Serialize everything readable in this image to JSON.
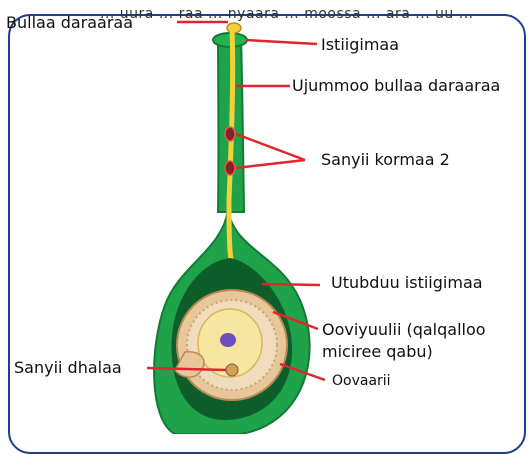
{
  "header_fragment": "... uura ... raa ... nyaara ... moossa ... ara ... uu ...",
  "labels": {
    "bullaa_daraaraa": "Bullaa daraaraa",
    "istiigimaa": "Istiigimaa",
    "ujummoo": "Ujummoo bullaa daraaraa",
    "sanyii_kormaa": "Sanyii kormaa 2",
    "utubduu": "Utubduu istiigimaa",
    "ooviyuulii_line1": "Ooviyuulii (qalqalloo",
    "ooviyuulii_line2": "miciree qabu)",
    "sanyii_dhalaa": "Sanyii dhalaa",
    "oovaarii": "Oovaarii"
  },
  "colors": {
    "pointer": "#e0262c",
    "frame": "#1e3f8f",
    "style_green": "#1fa34a",
    "tube_yellow": "#f2d23c"
  }
}
